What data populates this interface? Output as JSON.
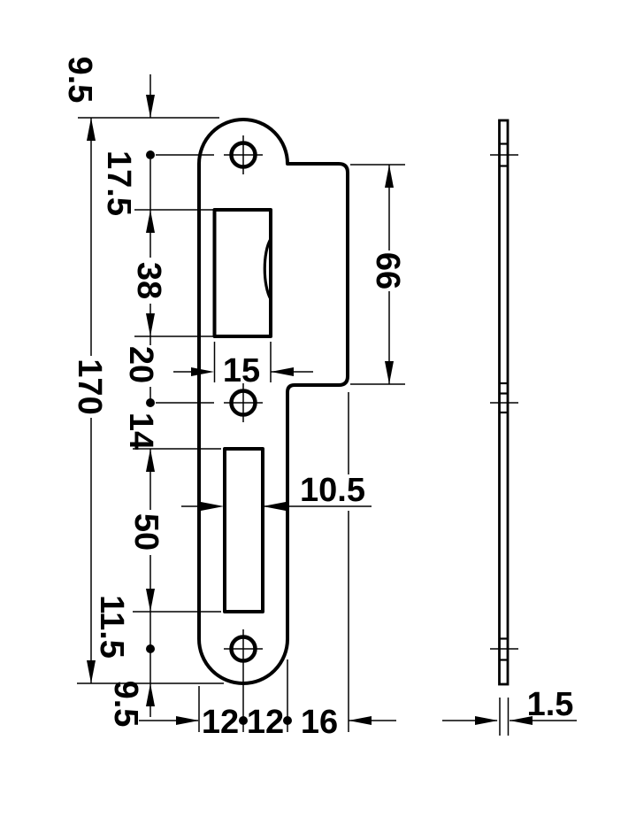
{
  "drawing": {
    "kind": "technical dimension drawing",
    "part": "strike plate with lip",
    "background_color": "#ffffff",
    "line_color": "#000000"
  },
  "front_view": {
    "dims": {
      "top_edge_to_hole": "9.5",
      "hole_to_latch_opening": "17.5",
      "latch_opening_height": "38",
      "overall_length": "170",
      "latch_opening_to_hole": "20",
      "latch_opening_width": "15",
      "hole_to_bolt_opening": "14",
      "bolt_opening_height": "50",
      "bolt_opening_to_hole": "11.5",
      "hole_to_bottom_edge": "9.5",
      "edge_to_hole_center": "12",
      "hole_center_to_edge": "12",
      "lip_projection": "16",
      "lip_height": "66",
      "bolt_opening_width": "10.5"
    }
  },
  "side_view": {
    "dims": {
      "thickness": "1.5"
    }
  }
}
